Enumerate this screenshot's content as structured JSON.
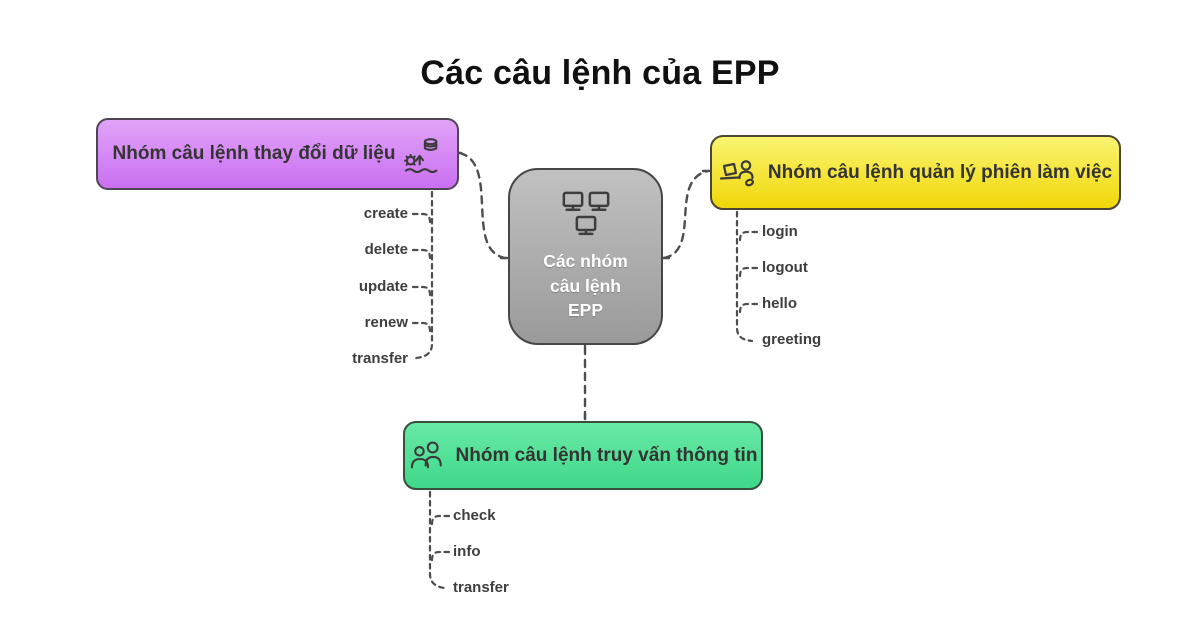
{
  "title": "Các câu lệnh của EPP",
  "center_node": {
    "lines": [
      "Các nhóm",
      "câu lệnh",
      "EPP"
    ],
    "icon": "workstations-icon",
    "fill_top": "#c1c1c1",
    "fill_bottom": "#9a9a9a",
    "text_color": "#ffffff"
  },
  "groups": [
    {
      "name": "data-change",
      "label": "Nhóm câu lệnh thay đổi dữ liệu",
      "icon": "database-update-icon",
      "fill": "#cf7df2",
      "children": [
        "create",
        "delete",
        "update",
        "renew",
        "transfer"
      ]
    },
    {
      "name": "session-management",
      "label": "Nhóm câu lệnh quản lý phiên làm việc",
      "icon": "user-session-icon",
      "fill": "#f3e03a",
      "children": [
        "login",
        "logout",
        "hello",
        "greeting"
      ]
    },
    {
      "name": "info-query",
      "label": "Nhóm câu lệnh truy vấn thông tin",
      "icon": "people-search-icon",
      "fill": "#4fdf97",
      "children": [
        "check",
        "info",
        "transfer"
      ]
    }
  ],
  "connector_color": "#4d4d4d"
}
